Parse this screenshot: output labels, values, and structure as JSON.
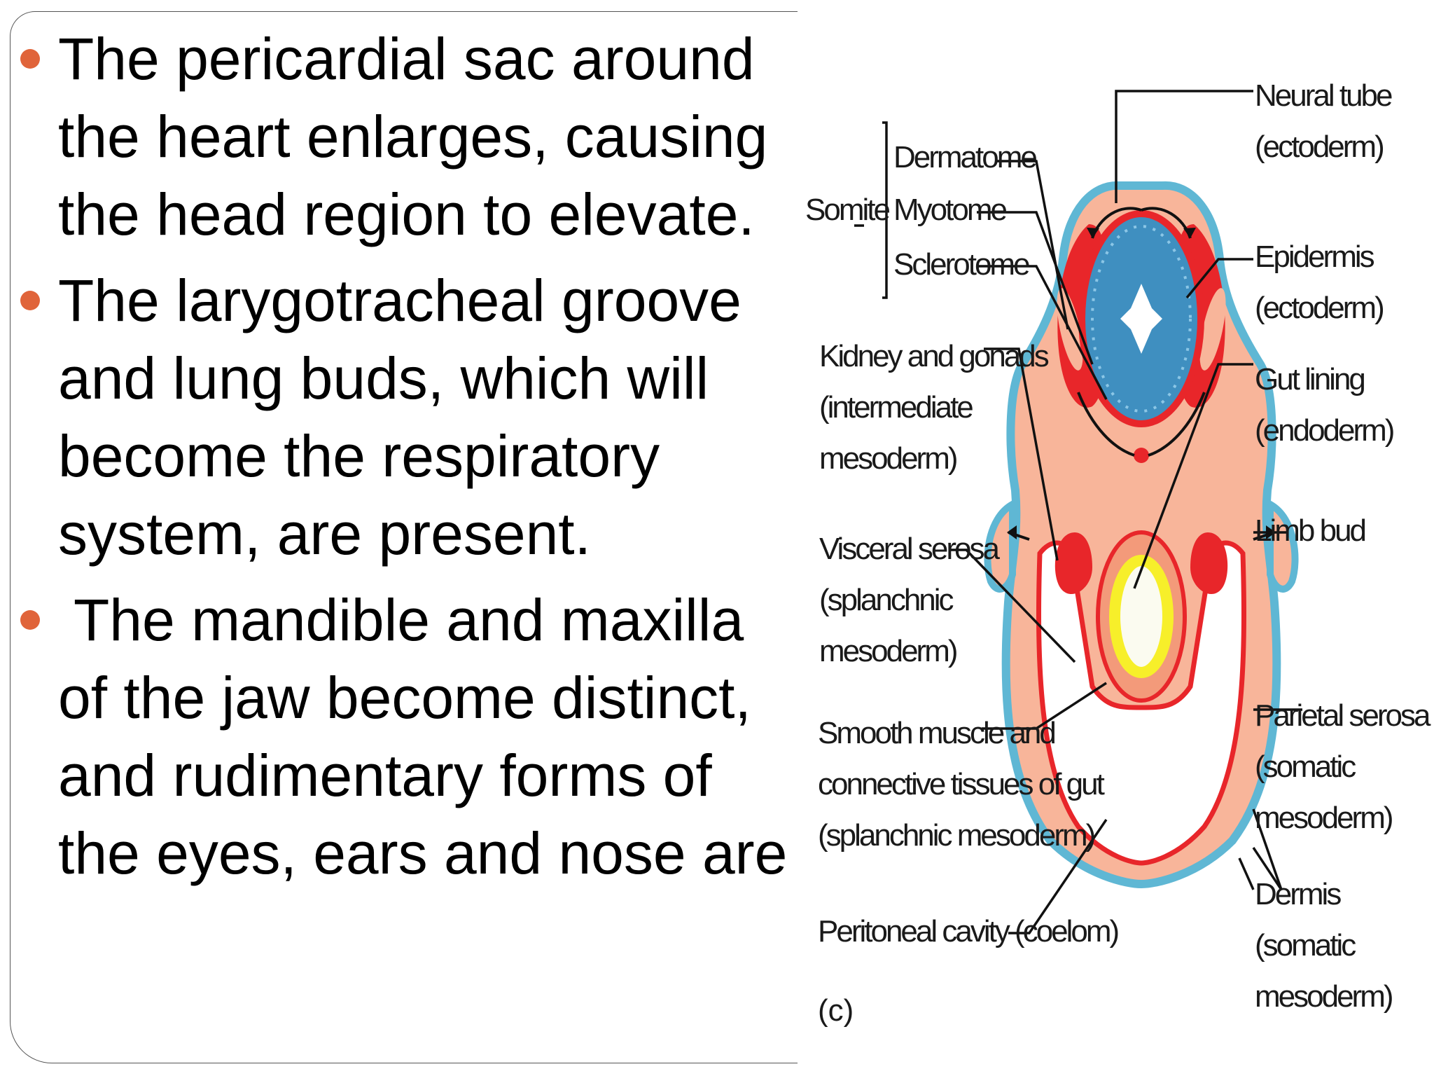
{
  "slide": {
    "bullets": [
      {
        "text": "The pericardial sac around the heart enlarges, causing the head region to elevate."
      },
      {
        "text": "The larygotracheal groove and lung buds, which will become the respiratory system, are present."
      },
      {
        "text": "The mandible and maxilla of the jaw become distinct, and rudimentary forms of the eyes, ears and nose are"
      }
    ],
    "bullet_color": "#e0643a"
  },
  "diagram": {
    "left_labels": {
      "somite": "Somite",
      "dermatome": "Dermatome",
      "myotome": "Myotome",
      "sclerotome": "Sclerotome",
      "kidney": [
        "Kidney and gonads",
        "(intermediate",
        "mesoderm)"
      ],
      "visceral_serosa": [
        "Visceral serosa",
        "(splanchnic",
        "mesoderm)"
      ],
      "smooth_muscle": [
        "Smooth muscle and",
        "connective tissues of gut",
        "(splanchnic mesoderm)"
      ],
      "peritoneal_cavity": "Peritoneal cavity (coelom)",
      "panel_letter": "(c)"
    },
    "right_labels": {
      "neural_tube": [
        "Neural tube",
        "(ectoderm)"
      ],
      "epidermis": [
        "Epidermis",
        "(ectoderm)"
      ],
      "gut_lining": [
        "Gut lining",
        "(endoderm)"
      ],
      "limb_bud": "Limb bud",
      "parietal_serosa": [
        "Parietal serosa",
        "(somatic mesoderm)"
      ],
      "dermis": [
        "Dermis",
        "(somatic",
        "mesoderm)"
      ]
    },
    "colors": {
      "ectoderm_edge": "#5fb7d4",
      "mesoderm_fill": "#f8b59a",
      "somite_red": "#e8262a",
      "neural_blue": "#3f8fc0",
      "gut_yellow": "#f7ef2a"
    }
  }
}
